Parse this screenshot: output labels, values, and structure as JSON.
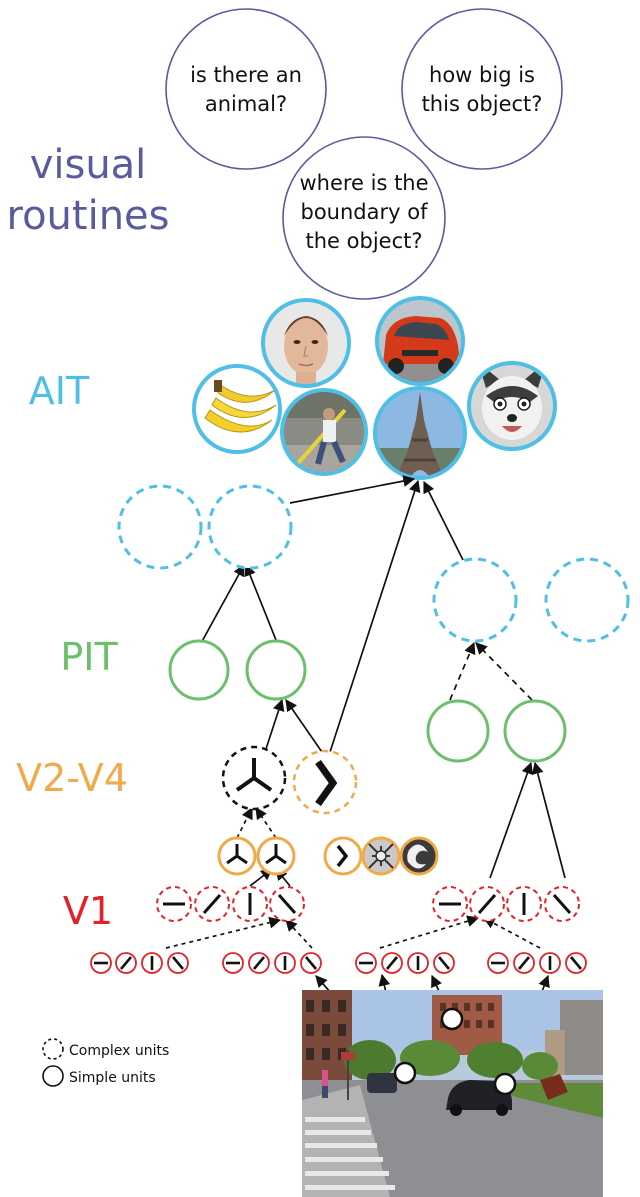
{
  "colors": {
    "routines": "#5a5a9e",
    "ait": "#4fbfe6",
    "pit": "#6cbf6c",
    "v24": "#f2a94a",
    "v1": "#e2222a",
    "ink": "#111111"
  },
  "visual_routines": {
    "title_line1": "visual",
    "title_line2": "routines",
    "q1_line1": "is there an",
    "q1_line2": "animal?",
    "q2_line1": "how big is",
    "q2_line2": "this object?",
    "q3_line1": "where is the",
    "q3_line2": "boundary of",
    "q3_line3": "the object?"
  },
  "levels": {
    "ait": "AIT",
    "pit": "PIT",
    "v24": "V2-V4",
    "v1": "V1"
  },
  "ait_images": [
    "banana",
    "face",
    "walking person",
    "car",
    "eiffel tower",
    "dog"
  ],
  "legend": {
    "complex": "Complex units",
    "simple": "Simple units"
  },
  "input_image": "street scene"
}
